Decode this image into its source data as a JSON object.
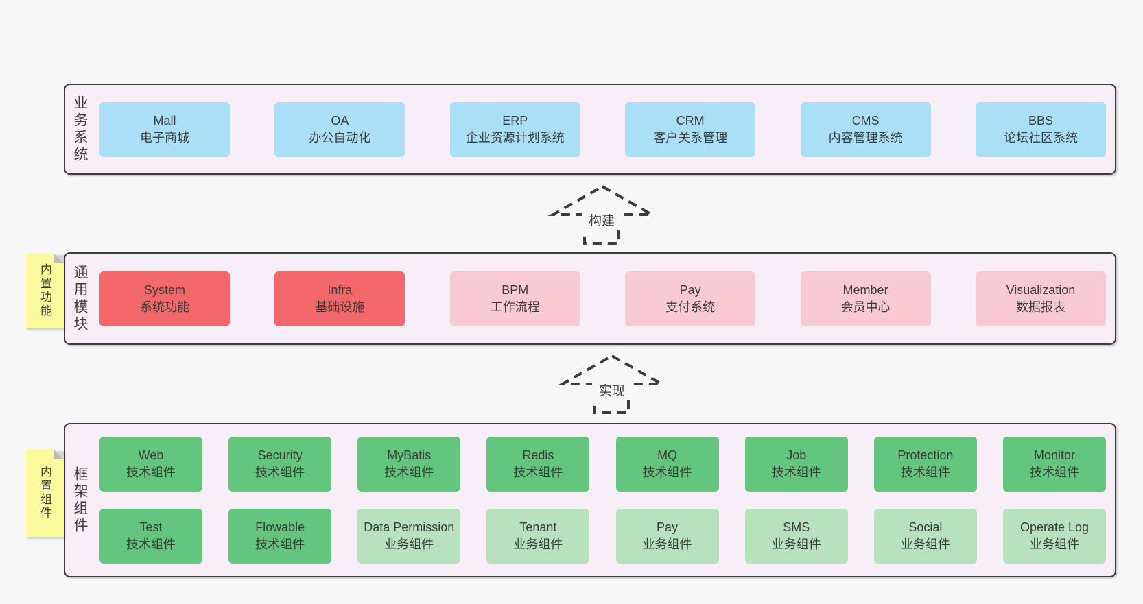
{
  "diagram": {
    "background": "#f7f7f7",
    "panel_fill": "#f8eef7",
    "border_color": "#3c3c3c",
    "text_color": "#3b3b3b",
    "note_fill": "#fbfb9e",
    "note_fold": "#bdbdbd"
  },
  "box_colors": {
    "blue": "#abdef7",
    "red": "#f3696b",
    "pink": "#facad4",
    "green": "#63c57e",
    "lightgreen": "#b7e2bd"
  },
  "panels": [
    {
      "id": "business",
      "label": "业务系统",
      "rows": [
        [
          {
            "name": "Mall",
            "desc": "电子商城",
            "color": "blue"
          },
          {
            "name": "OA",
            "desc": "办公自动化",
            "color": "blue"
          },
          {
            "name": "ERP",
            "desc": "企业资源计划系统",
            "color": "blue"
          },
          {
            "name": "CRM",
            "desc": "客户关系管理",
            "color": "blue"
          },
          {
            "name": "CMS",
            "desc": "内容管理系统",
            "color": "blue"
          },
          {
            "name": "BBS",
            "desc": "论坛社区系统",
            "color": "blue"
          }
        ]
      ]
    },
    {
      "id": "modules",
      "label": "通用模块",
      "note": "内置功能",
      "rows": [
        [
          {
            "name": "System",
            "desc": "系统功能",
            "color": "red"
          },
          {
            "name": "Infra",
            "desc": "基础设施",
            "color": "red"
          },
          {
            "name": "BPM",
            "desc": "工作流程",
            "color": "pink"
          },
          {
            "name": "Pay",
            "desc": "支付系统",
            "color": "pink"
          },
          {
            "name": "Member",
            "desc": "会员中心",
            "color": "pink"
          },
          {
            "name": "Visualization",
            "desc": "数据报表",
            "color": "pink"
          }
        ]
      ]
    },
    {
      "id": "framework",
      "label": "框架组件",
      "note": "内置组件",
      "rows": [
        [
          {
            "name": "Web",
            "desc": "技术组件",
            "color": "green"
          },
          {
            "name": "Security",
            "desc": "技术组件",
            "color": "green"
          },
          {
            "name": "MyBatis",
            "desc": "技术组件",
            "color": "green"
          },
          {
            "name": "Redis",
            "desc": "技术组件",
            "color": "green"
          },
          {
            "name": "MQ",
            "desc": "技术组件",
            "color": "green"
          },
          {
            "name": "Job",
            "desc": "技术组件",
            "color": "green"
          },
          {
            "name": "Protection",
            "desc": "技术组件",
            "color": "green"
          },
          {
            "name": "Monitor",
            "desc": "技术组件",
            "color": "green"
          }
        ],
        [
          {
            "name": "Test",
            "desc": "技术组件",
            "color": "green"
          },
          {
            "name": "Flowable",
            "desc": "技术组件",
            "color": "green"
          },
          {
            "name": "Data Permission",
            "desc": "业务组件",
            "color": "lightgreen"
          },
          {
            "name": "Tenant",
            "desc": "业务组件",
            "color": "lightgreen"
          },
          {
            "name": "Pay",
            "desc": "业务组件",
            "color": "lightgreen"
          },
          {
            "name": "SMS",
            "desc": "业务组件",
            "color": "lightgreen"
          },
          {
            "name": "Social",
            "desc": "业务组件",
            "color": "lightgreen"
          },
          {
            "name": "Operate Log",
            "desc": "业务组件",
            "color": "lightgreen"
          }
        ]
      ]
    }
  ],
  "arrows": [
    {
      "label": "构建"
    },
    {
      "label": "实现"
    }
  ]
}
